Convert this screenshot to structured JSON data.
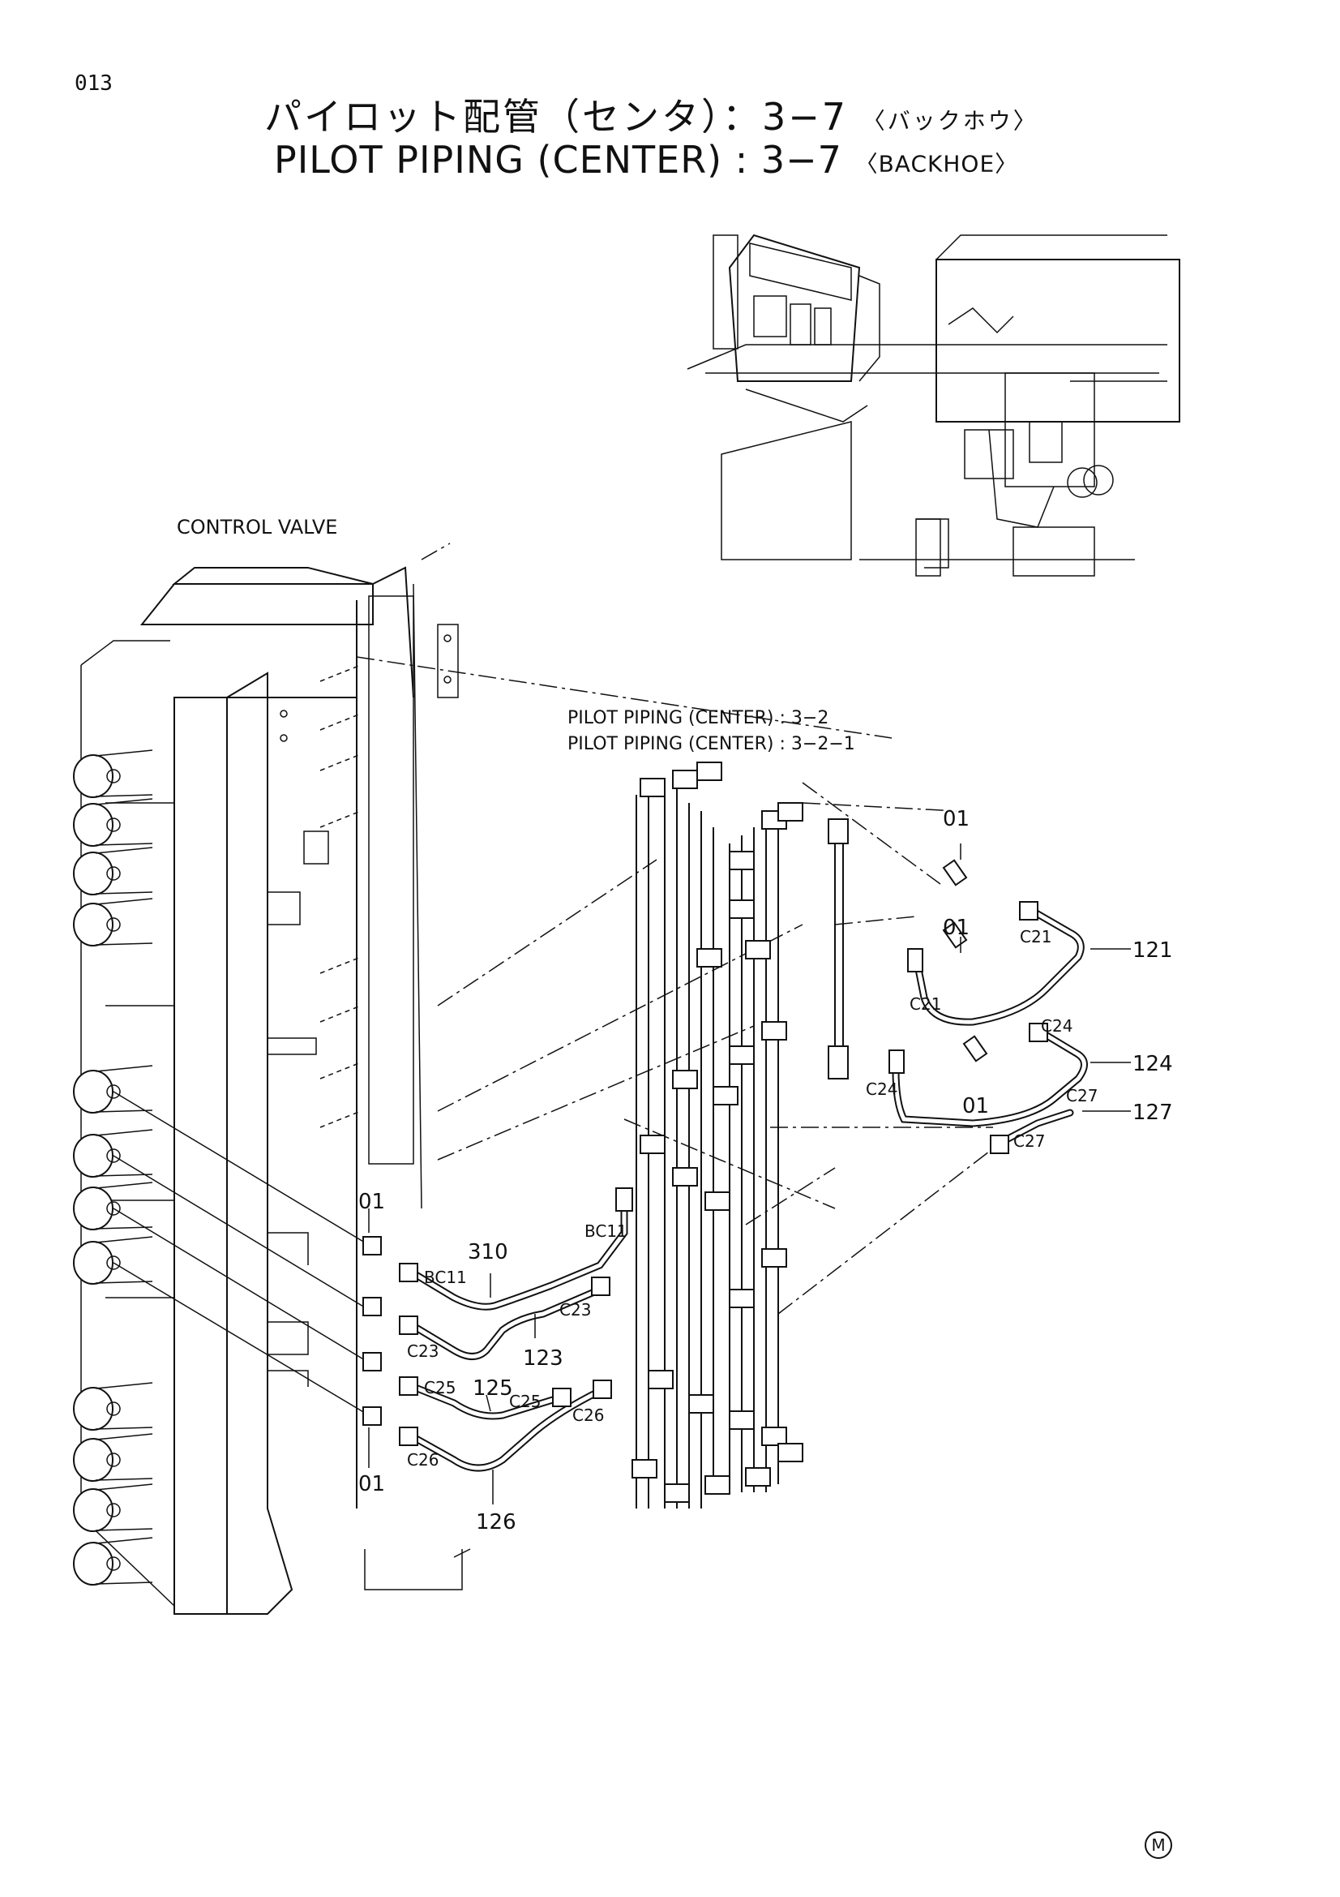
{
  "page_number": "013",
  "title": {
    "japanese_main": "パイロット配管（センタ）：3−7",
    "japanese_sub": "〈バックホウ〉",
    "english_main": "PILOT PIPING (CENTER) : 3−7",
    "english_sub": "〈BACKHOE〉"
  },
  "labels": {
    "control_valve": "CONTROL VALVE",
    "ref_line_1": "PILOT PIPING (CENTER) : 3−2",
    "ref_line_2": "PILOT PIPING (CENTER) : 3−2−1"
  },
  "callouts": {
    "p01_a": "01",
    "p01_b": "01",
    "p01_c": "01",
    "p01_d": "01",
    "p01_e": "01",
    "p121": "121",
    "p124": "124",
    "p127": "127",
    "p310": "310",
    "p123": "123",
    "p125": "125",
    "p126": "126",
    "c21_a": "C21",
    "c21_b": "C21",
    "c24_a": "C24",
    "c24_b": "C24",
    "c27_a": "C27",
    "c27_b": "C27",
    "bc11_a": "BC11",
    "bc11_b": "BC11",
    "c23_a": "C23",
    "c23_b": "C23",
    "c25_a": "C25",
    "c25_b": "C25",
    "c26_a": "C26",
    "c26_b": "C26"
  },
  "manufacturer_mark": "M"
}
